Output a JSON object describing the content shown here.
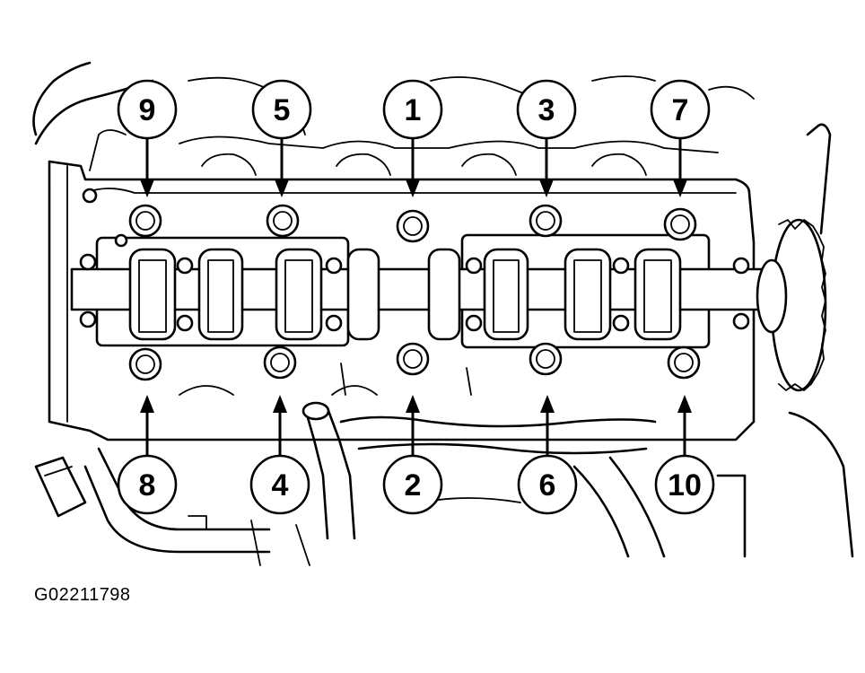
{
  "figure_code": "G02211798",
  "callouts": [
    {
      "label": "9",
      "row": "top",
      "column": 1
    },
    {
      "label": "5",
      "row": "top",
      "column": 2
    },
    {
      "label": "1",
      "row": "top",
      "column": 3
    },
    {
      "label": "3",
      "row": "top",
      "column": 4
    },
    {
      "label": "7",
      "row": "top",
      "column": 5
    },
    {
      "label": "8",
      "row": "bottom",
      "column": 1
    },
    {
      "label": "4",
      "row": "bottom",
      "column": 2
    },
    {
      "label": "2",
      "row": "bottom",
      "column": 3
    },
    {
      "label": "6",
      "row": "bottom",
      "column": 4
    },
    {
      "label": "10",
      "row": "bottom",
      "column": 5
    }
  ]
}
